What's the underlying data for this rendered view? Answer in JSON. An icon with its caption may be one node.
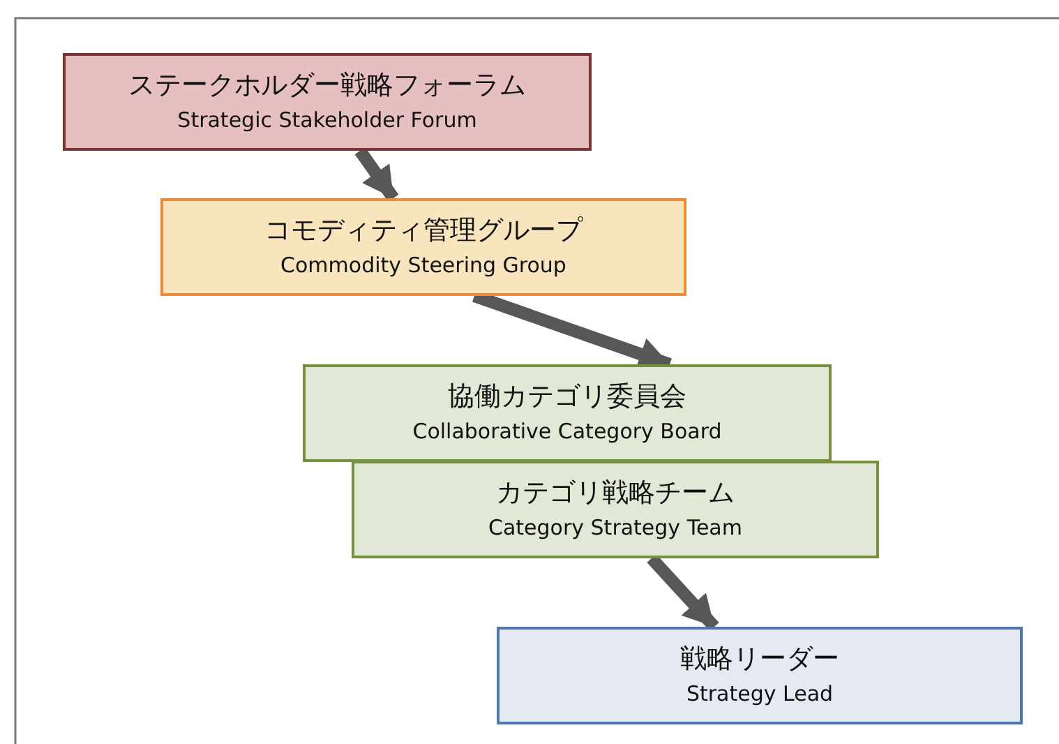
{
  "diagram": {
    "nodes": [
      {
        "text": [
          "ステークホルダー戦略フォーラム",
          "Strategic Stakeholder Forum"
        ]
      },
      {
        "text": [
          "コモディティ管理グループ",
          "Commodity Steering Group"
        ]
      },
      {
        "text": [
          "協働カテゴリ委員会",
          "Collaborative Category Board"
        ]
      },
      {
        "text": [
          "カテゴリ戦略チーム",
          "Category Strategy Team"
        ]
      },
      {
        "text": [
          "戦略リーダー",
          "Strategy Lead"
        ]
      }
    ],
    "edges": [
      {
        "from": 0,
        "to": 1,
        "arrow": "to"
      },
      {
        "from": 1,
        "to": 2,
        "arrow": "to"
      },
      {
        "from": 3,
        "to": 4,
        "arrow": "to"
      }
    ]
  }
}
